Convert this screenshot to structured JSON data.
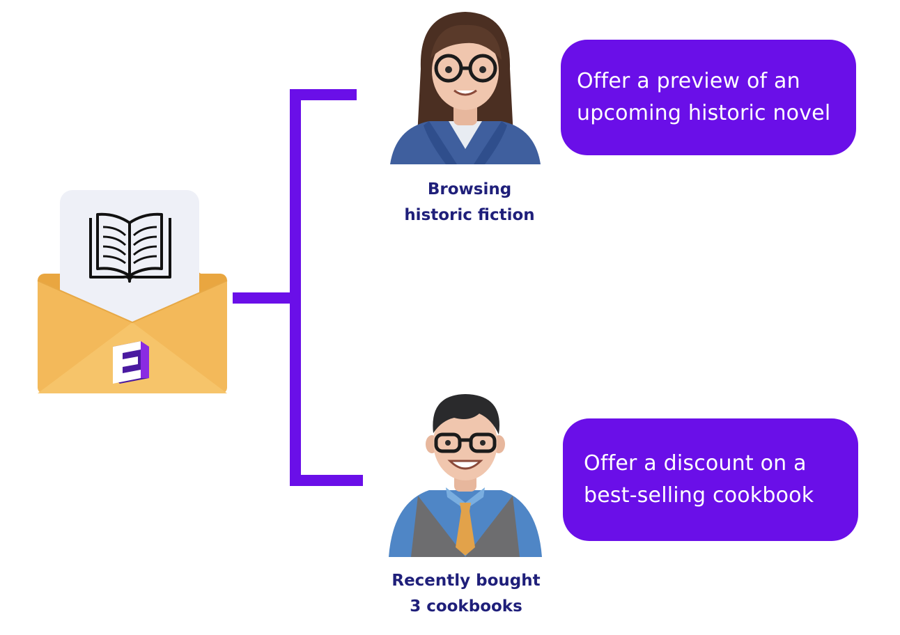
{
  "colors": {
    "accent": "#6a0fe8",
    "caption_text": "#1f1f7a",
    "envelope": "#f3b95a",
    "bubble_text": "#ffffff"
  },
  "icons": {
    "email": "open-envelope-icon",
    "book": "open-book-icon",
    "brand": "e-logo-icon",
    "persona_top": "woman-with-glasses-avatar",
    "persona_bottom": "man-with-glasses-avatar"
  },
  "branches": [
    {
      "persona_caption": [
        "Browsing",
        "historic fiction"
      ],
      "offer": [
        "Offer a preview of an",
        "upcoming historic novel"
      ]
    },
    {
      "persona_caption": [
        "Recently bought",
        "3 cookbooks"
      ],
      "offer": [
        "Offer a discount on a",
        "best-selling cookbook"
      ]
    }
  ]
}
